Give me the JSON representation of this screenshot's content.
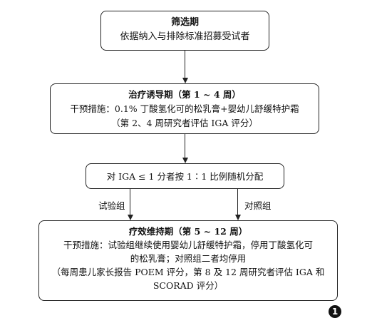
{
  "screening": {
    "title": "筛选期",
    "text": "依据纳入与排除标准招募受试者"
  },
  "induction": {
    "title": "治疗诱导期（第 1 ~ 4 周）",
    "intervention": "干预措施：0.1% 丁酸氢化可的松乳膏+婴幼儿舒缓特护霜",
    "assessment": "（第 2、4 周研究者评估 IGA 评分）"
  },
  "randomization": {
    "text": "对 IGA ≤ 1 分者按 1∶1 比例随机分配"
  },
  "arms": {
    "experimental": "试验组",
    "control": "对照组"
  },
  "maintenance": {
    "title": "疗效维持期（第 5 ~ 12 周）",
    "intervention_line1": "干预措施：试验组继续使用婴幼儿舒缓特护霜，停用丁酸氢化可",
    "intervention_line2": "的松乳膏；对照组二者均停用",
    "assessment_line1": "（每周患儿家长报告 POEM 评分，第 8 及 12 周研究者评估 IGA 和",
    "assessment_line2": "SCORAD 评分）"
  },
  "figure_badge": "1"
}
